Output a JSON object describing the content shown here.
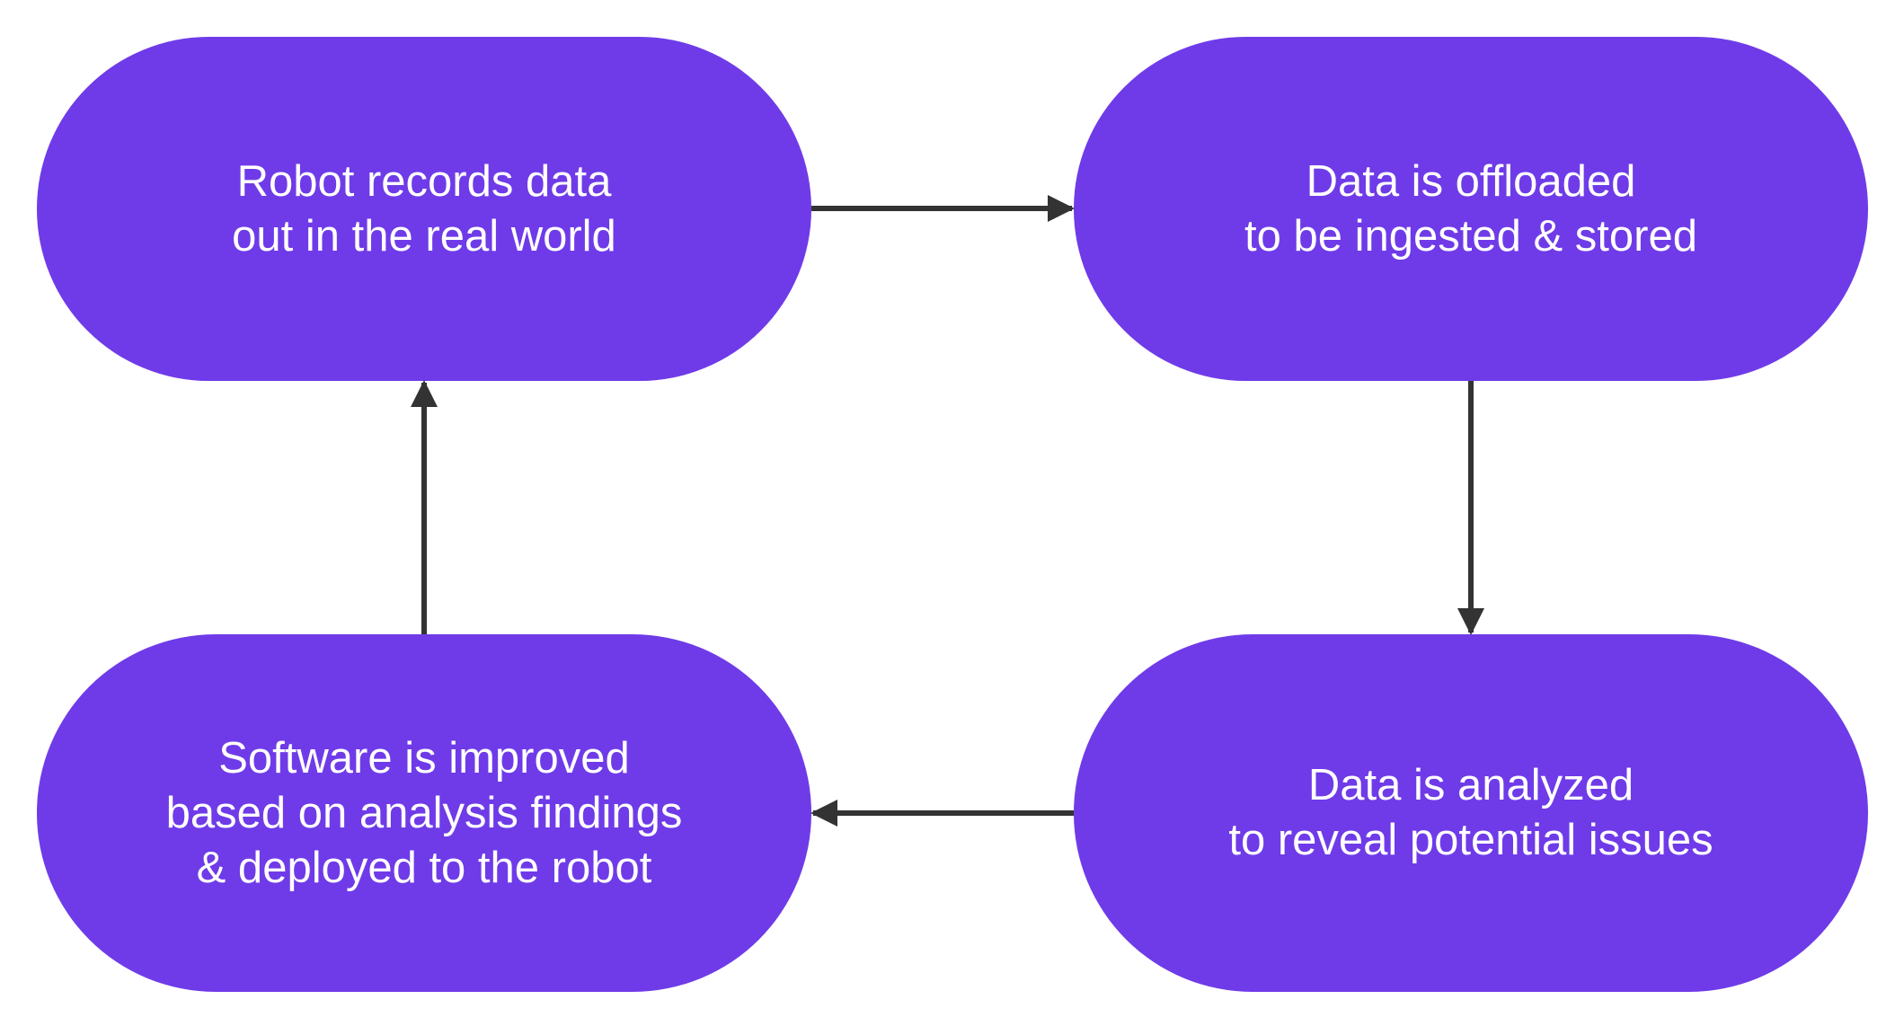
{
  "colors": {
    "node_fill": "#6f3be8",
    "node_text": "#ffffff",
    "arrow": "#333333",
    "background": "#ffffff"
  },
  "nodes": {
    "record": {
      "label": "Robot records data\nout in the real world"
    },
    "offload": {
      "label": "Data is offloaded\nto be ingested & stored"
    },
    "analyze": {
      "label": "Data is analyzed\nto reveal potential issues"
    },
    "improve": {
      "label": "Software is improved\nbased on analysis findings\n& deployed to the robot"
    }
  },
  "edges": [
    {
      "from": "record",
      "to": "offload"
    },
    {
      "from": "offload",
      "to": "analyze"
    },
    {
      "from": "analyze",
      "to": "improve"
    },
    {
      "from": "improve",
      "to": "record"
    }
  ]
}
